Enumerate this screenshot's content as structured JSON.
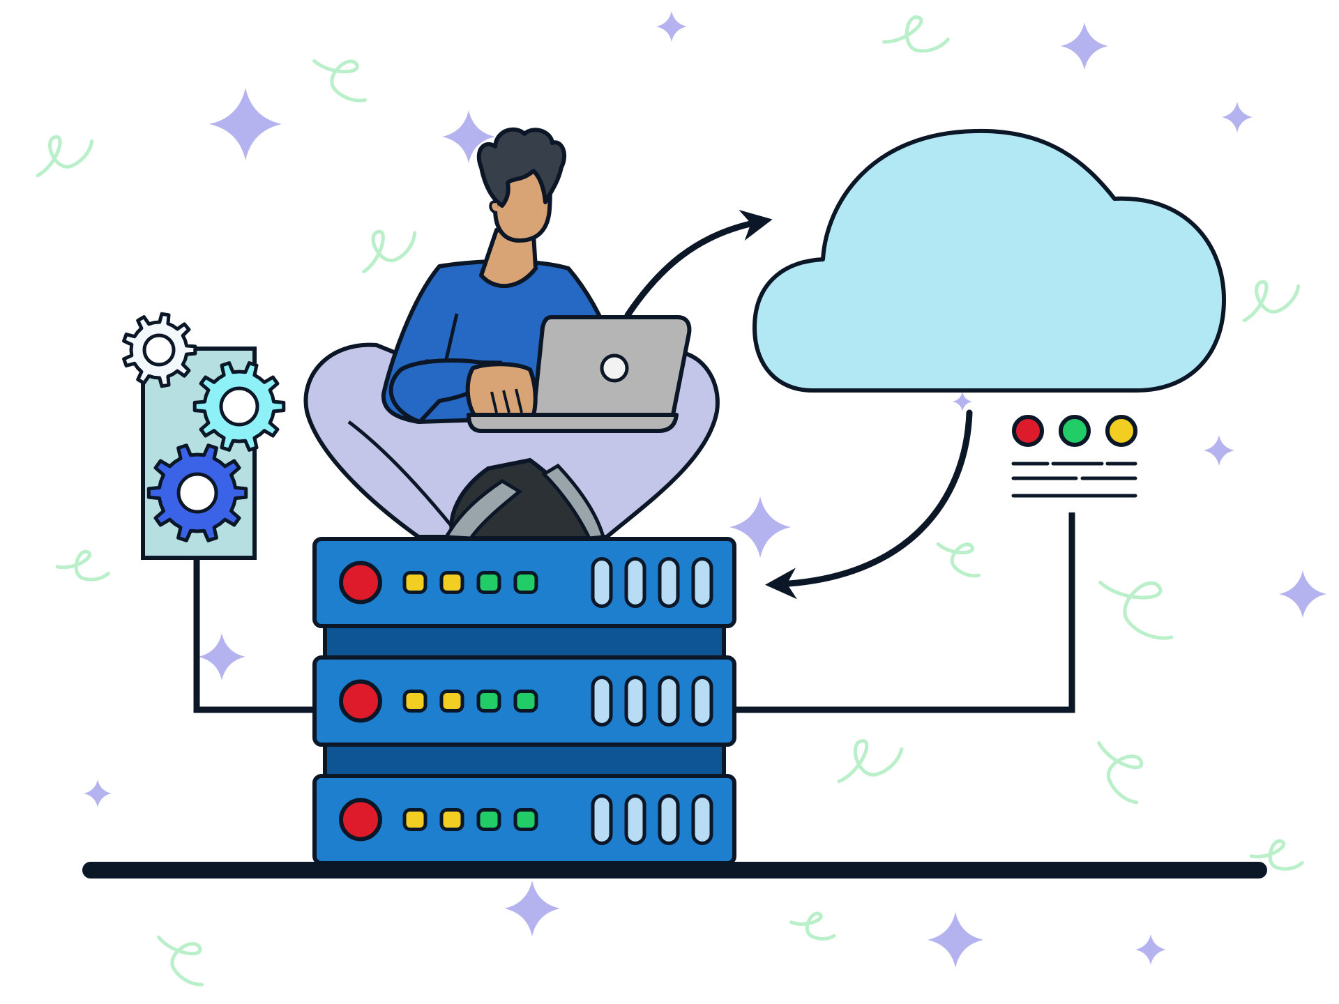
{
  "palette": {
    "background": "#ffffff",
    "outline": "#0b1626",
    "server_body": "#1e7fcf",
    "server_gap": "#0e5596",
    "vent": "#b8dcf4",
    "led_red": "#dd1b2a",
    "led_yellow": "#f3ce22",
    "led_green": "#22cc66",
    "cloud_fill": "#b2e8f3",
    "panel_fill": "#b5dfe0",
    "gear_light": "#f2f8fb",
    "gear_cyan": "#8ef1f8",
    "gear_blue": "#3a63e8",
    "sweater": "#2569c4",
    "skin": "#d8a375",
    "hair": "#37404a",
    "pants": "#c3c6e8",
    "shoe": "#2b3135",
    "laptop": "#b5b5b5",
    "sparkle": "#b4b2ef",
    "squiggle": "#b9efc9"
  },
  "scene": {
    "server_units": 3,
    "server_leds_per_unit": [
      "red",
      "yellow",
      "yellow",
      "green",
      "green"
    ],
    "server_vents_per_unit": 4,
    "cloud_status_dots": [
      "red",
      "green",
      "yellow"
    ],
    "gears": [
      "light",
      "cyan",
      "blue"
    ],
    "arrows": [
      "laptop-to-cloud",
      "cloud-to-server"
    ],
    "icons": [
      "server-rack-icon",
      "cloud-icon",
      "gear-icon",
      "laptop-icon",
      "status-lights-icon"
    ]
  }
}
